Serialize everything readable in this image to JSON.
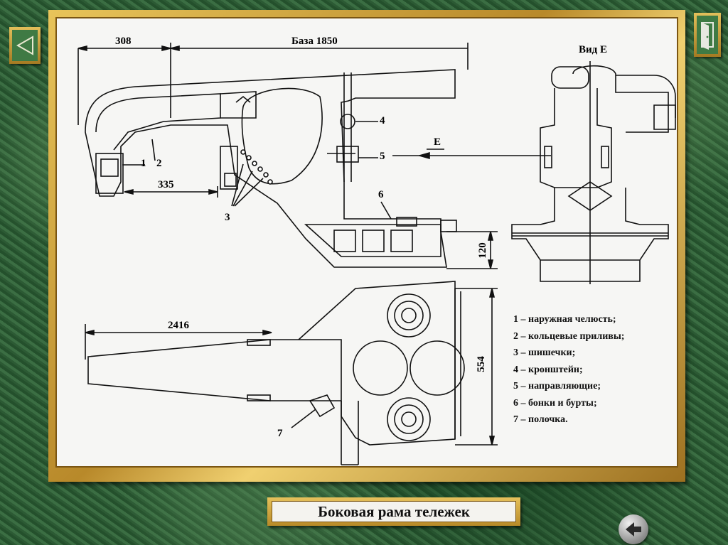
{
  "diagram": {
    "labels": {
      "dim_308": "308",
      "dim_base": "База 1850",
      "view_e": "Вид Е",
      "dim_335": "335",
      "dim_120": "120",
      "dim_2416": "2416",
      "dim_554": "554",
      "arrow_e": "Е",
      "n1": "1",
      "n2": "2",
      "n3": "3",
      "n4": "4",
      "n5": "5",
      "n6": "6",
      "n7": "7"
    }
  },
  "legend": [
    "1 – наружная челюсть;",
    "2 – кольцевые приливы;",
    "3 – шишечки;",
    "4 – кронштейн;",
    "5 – направляющие;",
    "6 – бонки и бурты;",
    "7 – полочка."
  ],
  "title": "Боковая рама тележек",
  "nav": {
    "prev_icon": "triangle-left-icon",
    "exit_icon": "door-exit-icon",
    "back_icon": "arrow-left-icon"
  },
  "colors": {
    "frame_gold": "#c89a34",
    "background_green": "#2f5f37",
    "paper": "#f6f6f4"
  }
}
